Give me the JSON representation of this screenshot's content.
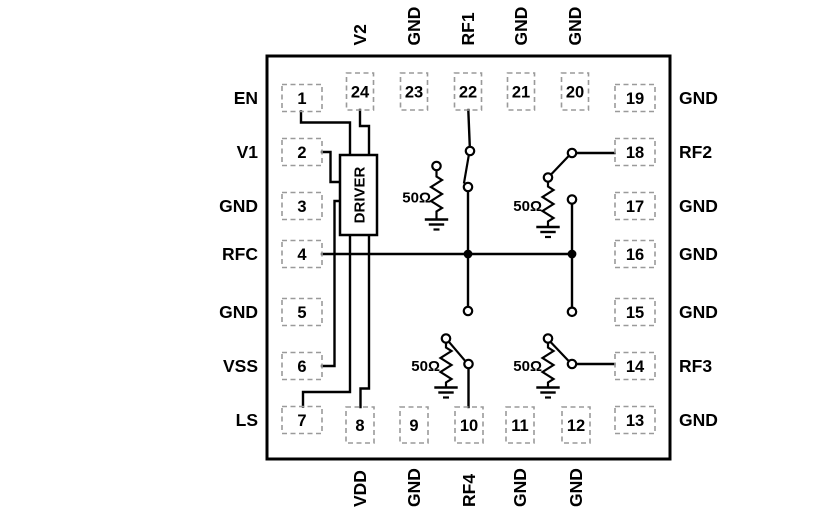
{
  "diagram": {
    "title_hidden": "",
    "driver_label": "DRIVER",
    "termination_label": "50Ω",
    "colors": {
      "line": "#000000",
      "pin_box_border": "#9a9a9a",
      "background": "#ffffff"
    }
  },
  "pins": {
    "left": [
      {
        "number": "1",
        "label": "EN"
      },
      {
        "number": "2",
        "label": "V1"
      },
      {
        "number": "3",
        "label": "GND"
      },
      {
        "number": "4",
        "label": "RFC"
      },
      {
        "number": "5",
        "label": "GND"
      },
      {
        "number": "6",
        "label": "VSS"
      },
      {
        "number": "7",
        "label": "LS"
      }
    ],
    "top": [
      {
        "number": "24",
        "label": "V2"
      },
      {
        "number": "23",
        "label": "GND"
      },
      {
        "number": "22",
        "label": "RF1"
      },
      {
        "number": "21",
        "label": "GND"
      },
      {
        "number": "20",
        "label": "GND"
      }
    ],
    "right": [
      {
        "number": "19",
        "label": "GND"
      },
      {
        "number": "18",
        "label": "RF2"
      },
      {
        "number": "17",
        "label": "GND"
      },
      {
        "number": "16",
        "label": "GND"
      },
      {
        "number": "15",
        "label": "GND"
      },
      {
        "number": "14",
        "label": "RF3"
      },
      {
        "number": "13",
        "label": "GND"
      }
    ],
    "bottom": [
      {
        "number": "8",
        "label": "VDD"
      },
      {
        "number": "9",
        "label": "GND"
      },
      {
        "number": "10",
        "label": "RF4"
      },
      {
        "number": "11",
        "label": "GND"
      },
      {
        "number": "12",
        "label": "GND"
      }
    ]
  }
}
